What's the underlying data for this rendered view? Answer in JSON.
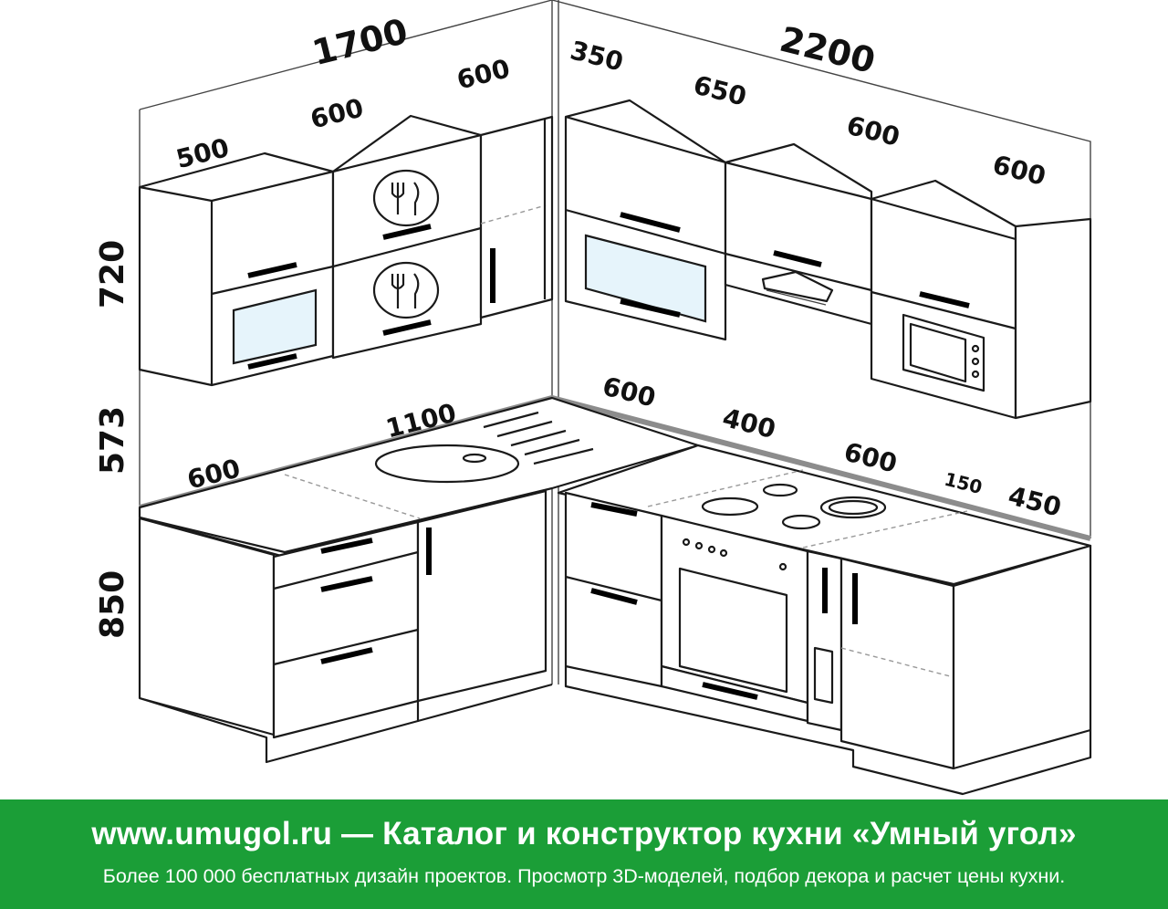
{
  "dimensions": {
    "top_left_total": "1700",
    "top_right_total": "2200",
    "upper_left_500": "500",
    "upper_left_600a": "600",
    "upper_left_600b": "600",
    "upper_right_350": "350",
    "upper_right_650": "650",
    "upper_right_600a": "600",
    "upper_right_600b": "600",
    "height_720": "720",
    "height_573": "573",
    "height_850": "850",
    "counter_600_left": "600",
    "counter_1100": "1100",
    "counter_600_corner": "600",
    "counter_400": "400",
    "counter_600_hob": "600",
    "counter_150": "150",
    "counter_450": "450"
  },
  "footer": {
    "title": "www.umugol.ru — Каталог и конструктор кухни «Умный угол»",
    "subtitle": "Более 100 000 бесплатных дизайн проектов. Просмотр 3D-моделей, подбор декора и расчет цены кухни."
  },
  "colors": {
    "footer_bg": "#1b9e37",
    "glass": "#e6f4fb",
    "countertop_edge": "#8c8c8c"
  }
}
